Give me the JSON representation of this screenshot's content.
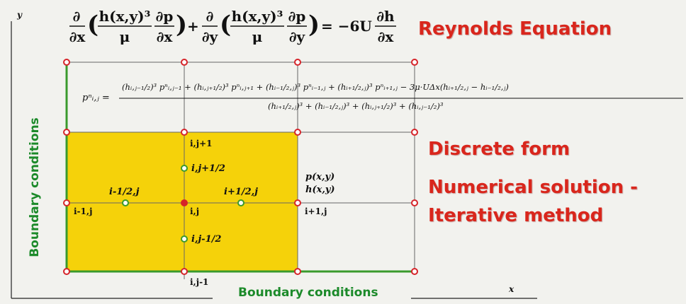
{
  "titles": {
    "reynolds": "Reynolds Equation",
    "discrete": "Discrete form",
    "numerical_line1": "Numerical solution  -",
    "numerical_line2": "Iterative method"
  },
  "boundary": {
    "left": "Boundary conditions",
    "bottom": "Boundary conditions"
  },
  "axes": {
    "x": "x",
    "y": "y"
  },
  "equations": {
    "reynolds": "∂/∂x ( h(x,y)³/μ · ∂p/∂x ) + ∂/∂y ( h(x,y)³/μ · ∂p/∂y ) = −6U ∂h/∂x",
    "discrete_lhs": "pⁿᵢ,ⱼ =",
    "discrete_numerator": "(hᵢ,ⱼ₋₁/₂)³ pⁿᵢ,ⱼ₋₁ + (hᵢ,ⱼ₊₁/₂)³ pⁿᵢ,ⱼ₊₁ + (hᵢ₋₁/₂,ⱼ)³ pⁿᵢ₋₁,ⱼ + (hᵢ₊₁/₂,ⱼ)³ pⁿᵢ₊₁,ⱼ − 3μ·UΔx(hᵢ₊₁/₂,ⱼ − hᵢ₋₁/₂,ⱼ)",
    "discrete_denominator": "(hᵢ₊₁/₂,ⱼ)³ + (hᵢ₋₁/₂,ⱼ)³ + (hᵢ,ⱼ₊₁/₂)³ + (hᵢ,ⱼ₋₁/₂)³"
  },
  "node_labels": {
    "top": "i,j+1",
    "left": "i-1,j",
    "center": "i,j",
    "right": "i+1,j",
    "bottom": "i,j-1"
  },
  "half_labels": {
    "top": "i,j+1/2",
    "left": "i-1/2,j",
    "right": "i+1/2,j",
    "bottom": "i,j-1/2"
  },
  "point_labels": {
    "p": "p(x,y)",
    "h": "h(x,y)"
  },
  "colors": {
    "fill": "#f5d20a",
    "boundary_green": "#3a9a2c",
    "node_red": "#d6242a",
    "half_node_green": "#3a9a2c",
    "title_red": "#d9261c"
  }
}
